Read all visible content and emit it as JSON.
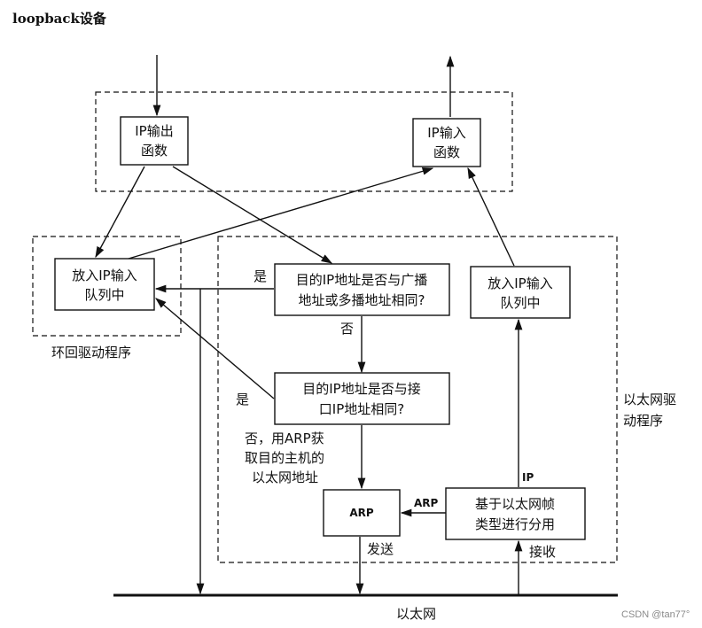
{
  "title": "loopback设备",
  "nodes": {
    "ip_output": [
      "IP输出",
      "函数"
    ],
    "ip_input": [
      "IP输入",
      "函数"
    ],
    "loop_queue": [
      "放入IP输入",
      "队列中"
    ],
    "check_broadcast": [
      "目的IP地址是否与广播",
      "地址或多播地址相同?"
    ],
    "eth_queue": [
      "放入IP输入",
      "队列中"
    ],
    "check_iface": [
      "目的IP地址是否与接",
      "口IP地址相同?"
    ],
    "arp": "ARP",
    "demux": [
      "基于以太网帧",
      "类型进行分用"
    ]
  },
  "regions": {
    "loopback_driver": "环回驱动程序",
    "ethernet_driver": [
      "以太网驱",
      "动程序"
    ]
  },
  "labels": {
    "yes1": "是",
    "no1": "否",
    "yes2": "是",
    "no2": [
      "否，用ARP获",
      "取目的主机的",
      "以太网地址"
    ],
    "ip_edge": "IP",
    "arp_edge": "ARP",
    "send": "发送",
    "receive": "接收",
    "ethernet": "以太网"
  },
  "watermark": "CSDN @tan77°"
}
